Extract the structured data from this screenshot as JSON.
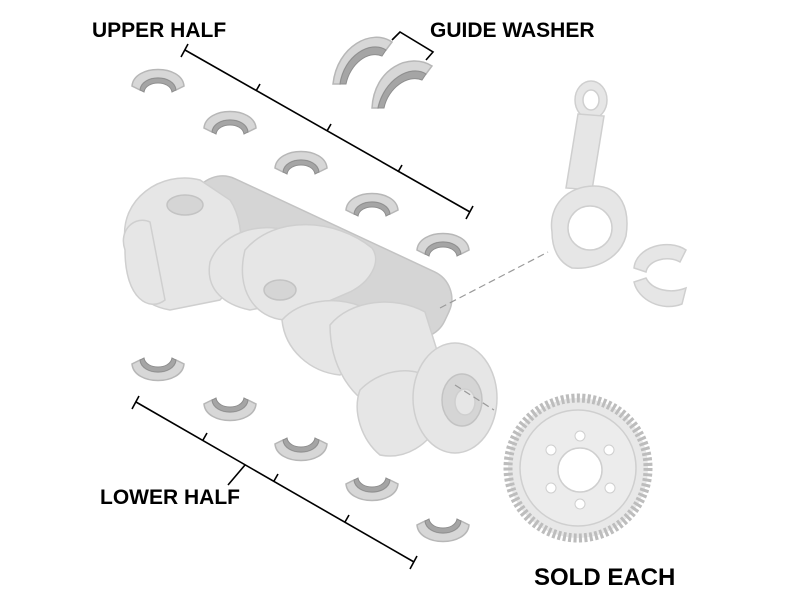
{
  "labels": {
    "upper_half": "UPPER HALF",
    "guide_washer": "GUIDE WASHER",
    "lower_half": "LOWER HALF",
    "sold_each": "SOLD EACH"
  }
}
